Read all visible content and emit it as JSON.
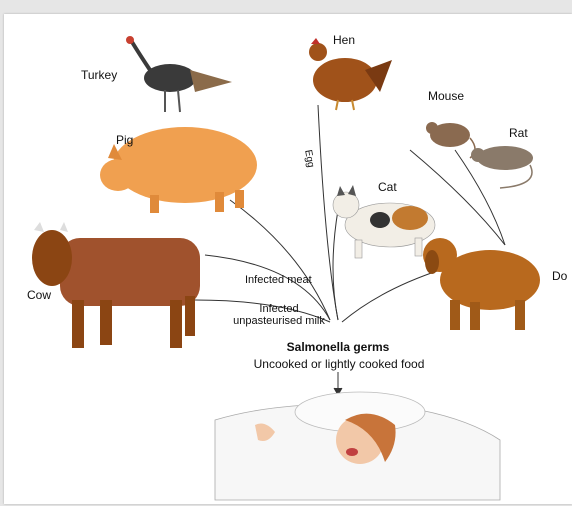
{
  "labels": {
    "turkey": "Turkey",
    "hen": "Hen",
    "pig": "Pig",
    "mouse": "Mouse",
    "rat": "Rat",
    "cat": "Cat",
    "cow": "Cow",
    "dog": "Do",
    "egg": "Egg",
    "infected_meat": "Infected meat",
    "infected_milk_line1": "Infected",
    "infected_milk_line2": "unpasteurised milk",
    "salmonella": "Salmonella germs",
    "food": "Uncooked or lightly cooked food"
  },
  "colors": {
    "pig": "#f0a050",
    "cow": "#a0522d",
    "hen": "#a0521a",
    "dog": "#b8691e",
    "turkey": "#3a3a3a",
    "rodent": "#8a7a6a",
    "line": "#333333"
  }
}
